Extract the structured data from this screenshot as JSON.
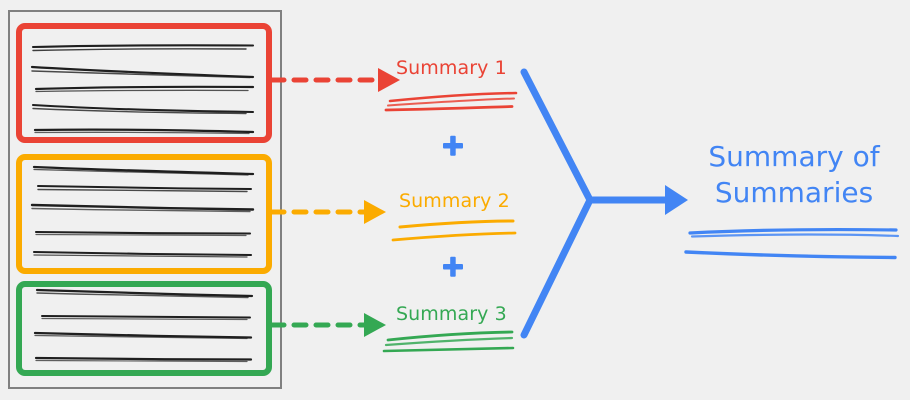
{
  "diagram": {
    "title_semantic": "map-reduce-summarization-flow",
    "background_color": "#f0f0f0",
    "document_panel": {
      "name": "source-document-panel",
      "border_color": "#808080",
      "chunks": [
        {
          "id": "chunk-1",
          "color": "#ea4335",
          "line_count": 5,
          "arrow_color": "#ea4335",
          "arrow_style": "dashed"
        },
        {
          "id": "chunk-2",
          "color": "#fbab00",
          "line_count": 5,
          "arrow_color": "#fbab00",
          "arrow_style": "dashed"
        },
        {
          "id": "chunk-3",
          "color": "#34a853",
          "line_count": 4,
          "arrow_color": "#34a853",
          "arrow_style": "dashed"
        }
      ]
    },
    "summaries": [
      {
        "id": "summary-1",
        "label": "Summary 1",
        "color": "#ea4335",
        "underline_count": 3
      },
      {
        "id": "summary-2",
        "label": "Summary 2",
        "color": "#fbab00",
        "underline_count": 2
      },
      {
        "id": "summary-3",
        "label": "Summary 3",
        "color": "#34a853",
        "underline_count": 3
      }
    ],
    "operators": [
      {
        "id": "plus-1",
        "symbol": "+",
        "color": "#4285f4"
      },
      {
        "id": "plus-2",
        "symbol": "+",
        "color": "#4285f4"
      }
    ],
    "merge_connector": {
      "name": "merge-arrow",
      "color": "#4285f4",
      "shape": "y-converging-arrow"
    },
    "final_output": {
      "id": "summary-of-summaries",
      "line1": "Summary of",
      "line2": "Summaries",
      "color": "#4285f4",
      "underline_count": 3
    }
  }
}
